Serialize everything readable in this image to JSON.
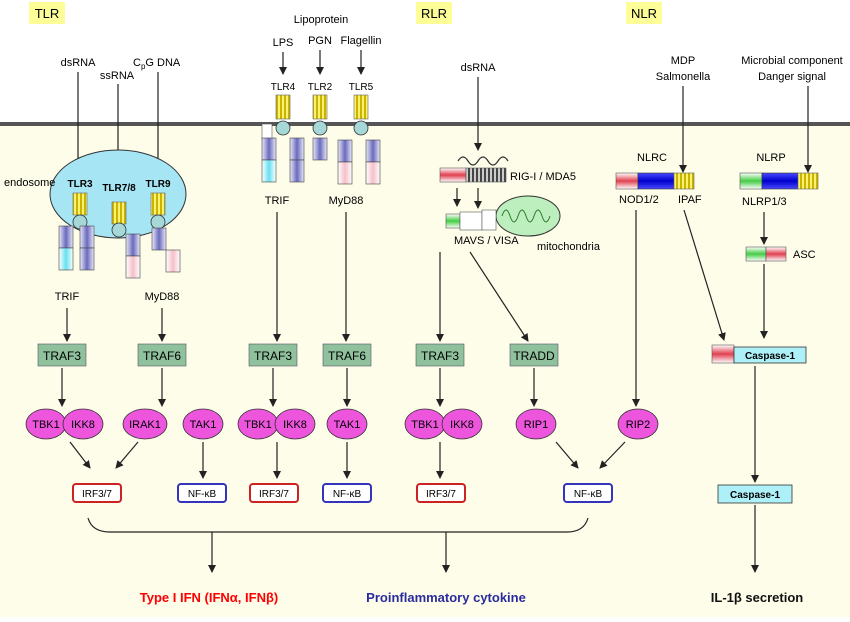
{
  "families": {
    "tlr": "TLR",
    "rlr": "RLR",
    "nlr": "NLR"
  },
  "ligands": {
    "tlr_endosomal": {
      "dsrna": "dsRNA",
      "ssrna": "ssRNA",
      "cpg_prefix": "C",
      "cpg_sub": "p",
      "cpg_suffix": "G DNA"
    },
    "tlr_surface": {
      "lipoprotein": "Lipoprotein",
      "lps": "LPS",
      "pgn": "PGN",
      "flagellin": "Flagellin"
    },
    "rlr": {
      "dsrna": "dsRNA"
    },
    "nlr": {
      "mdp": "MDP",
      "salmonella": "Salmonella",
      "microbial": "Microbial component",
      "danger": "Danger signal"
    }
  },
  "receptors": {
    "endosome": "endosome",
    "tlr3": "TLR3",
    "tlr78": "TLR7/8",
    "tlr9": "TLR9",
    "tlr4": "TLR4",
    "tlr2": "TLR2",
    "tlr5": "TLR5",
    "rig": "RIG-I / MDA5",
    "mavs": "MAVS / VISA",
    "mitochondria": "mitochondria",
    "nlrc": "NLRC",
    "nod12": "NOD1/2",
    "ipaf": "IPAF",
    "nlrp": "NLRP",
    "nlrp13": "NLRP1/3",
    "asc": "ASC"
  },
  "adaptors": {
    "trif_endo": "TRIF",
    "myd88_endo": "MyD88",
    "trif_surf": "TRIF",
    "myd88_surf": "MyD88"
  },
  "traf_boxes": {
    "traf3_a": "TRAF3",
    "traf6_a": "TRAF6",
    "traf3_b": "TRAF3",
    "traf6_b": "TRAF6",
    "traf3_c": "TRAF3",
    "tradd": "TRADD"
  },
  "kinases": {
    "tbk1_a": "TBK1",
    "ikk8_a": "IKK8",
    "irak1": "IRAK1",
    "tak1_a": "TAK1",
    "tbk1_b": "TBK1",
    "ikk8_b": "IKK8",
    "tak1_b": "TAK1",
    "tbk1_c": "TBK1",
    "ikk8_c": "IKK8",
    "rip1": "RIP1",
    "rip2": "RIP2"
  },
  "transcription_factors": {
    "irf_a": "IRF3/7",
    "nfkb_a": "NF-κB",
    "irf_b": "IRF3/7",
    "nfkb_b": "NF-κB",
    "irf_c": "IRF3/7",
    "nfkb_c": "NF-κB"
  },
  "caspase": {
    "casp_top": "Caspase-1",
    "casp_bottom": "Caspase-1"
  },
  "outputs": {
    "ifn": "Type I IFN (IFNα, IFNβ)",
    "cytokine": "Proinflammatory cytokine",
    "il1b": "IL-1β secretion"
  },
  "colors": {
    "band": "#fdfdea",
    "membrane": "#555555",
    "endosome_fill": "#a6e6f4",
    "label_box": "#fefe99",
    "traf_fill": "#8fc19c",
    "kinase_fill": "#ee55dd",
    "ifn_text": "#ff0000",
    "cytokine_text": "#2b2b9e",
    "irf_border": "#cc2222",
    "nfkb_border": "#3333bb",
    "caspase_fill": "#aef0f8"
  }
}
